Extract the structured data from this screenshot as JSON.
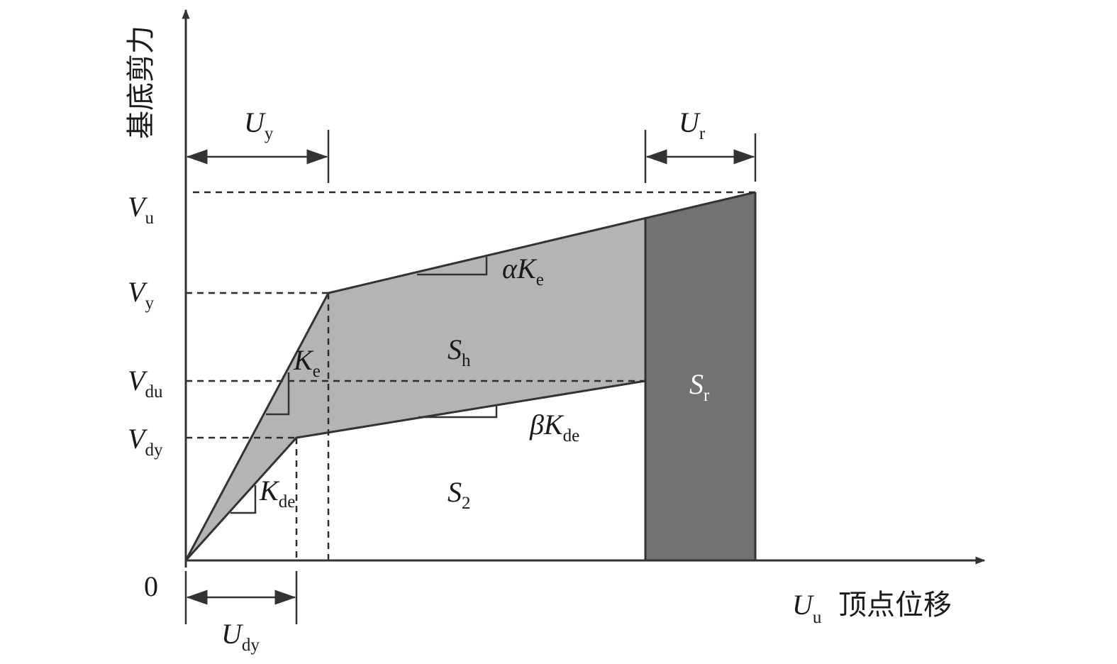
{
  "axes": {
    "y_label": "基底剪力",
    "x_label_symbol": "U",
    "x_label_sub": "u",
    "x_label_text": "顶点位移",
    "origin": "0"
  },
  "v_levels": {
    "vu": {
      "sym": "V",
      "sub": "u"
    },
    "vy": {
      "sym": "V",
      "sub": "y"
    },
    "vdu": {
      "sym": "V",
      "sub": "du"
    },
    "vdy": {
      "sym": "V",
      "sub": "dy"
    }
  },
  "dimensions": {
    "uy": {
      "sym": "U",
      "sub": "y"
    },
    "ur": {
      "sym": "U",
      "sub": "r"
    },
    "udy": {
      "sym": "U",
      "sub": "dy"
    }
  },
  "slopes": {
    "ke": {
      "sym": "K",
      "sub": "e"
    },
    "kde": {
      "sym": "K",
      "sub": "de"
    },
    "alpha_ke": {
      "greek": "α",
      "sym": "K",
      "sub": "e"
    },
    "beta_kde": {
      "greek": "β",
      "sym": "K",
      "sub": "de"
    }
  },
  "areas": {
    "sh": {
      "sym": "S",
      "sub": "h"
    },
    "sr": {
      "sym": "S",
      "sub": "r"
    },
    "s2": {
      "sym": "S",
      "sub": "2"
    }
  },
  "colors": {
    "hysteresis_area": "#b4b4b4",
    "residual_area": "#727272",
    "line": "#333333",
    "background": "#ffffff"
  }
}
